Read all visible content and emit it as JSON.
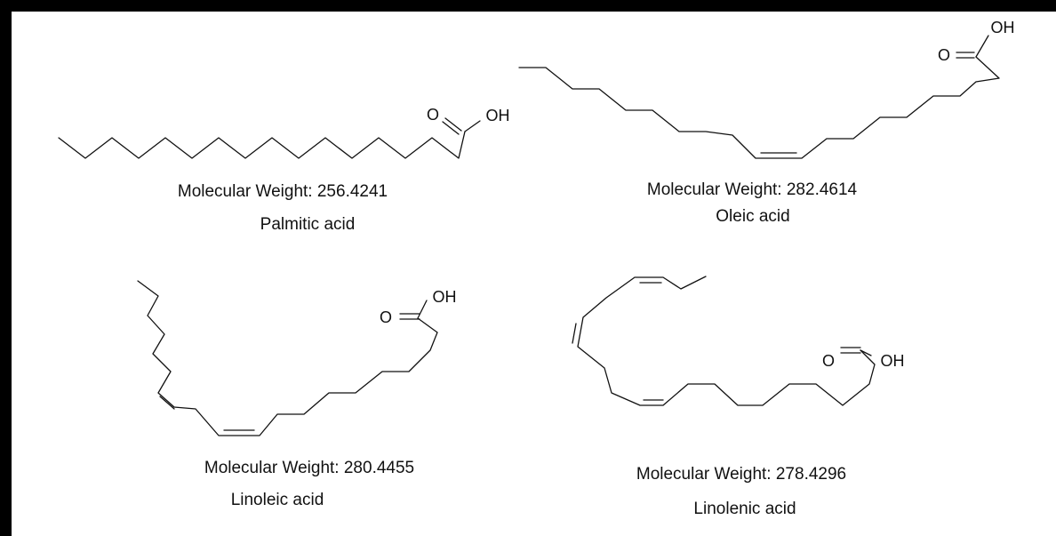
{
  "colors": {
    "border": "#000000",
    "ink": "#111111",
    "background": "#ffffff"
  },
  "molecules": [
    {
      "name": "Palmitic acid",
      "weight_label": "Molecular Weight: 256.4241",
      "oxygen_label": "O",
      "hydroxyl_label": "OH"
    },
    {
      "name": "Oleic acid",
      "weight_label": "Molecular Weight: 282.4614",
      "oxygen_label": "O",
      "hydroxyl_label": "OH"
    },
    {
      "name": "Linoleic acid",
      "weight_label": "Molecular Weight: 280.4455",
      "oxygen_label": "O",
      "hydroxyl_label": "OH"
    },
    {
      "name": "Linolenic acid",
      "weight_label": "Molecular Weight: 278.4296",
      "oxygen_label": "O",
      "hydroxyl_label": "OH"
    }
  ]
}
